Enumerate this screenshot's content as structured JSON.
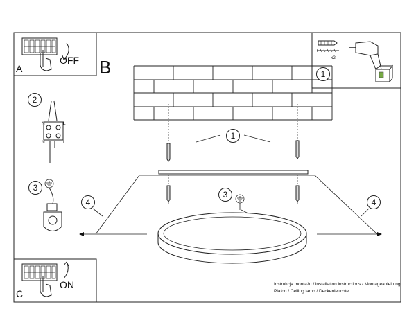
{
  "panels": {
    "a": {
      "letter": "A",
      "state": "OFF"
    },
    "b": {
      "letter": "B"
    },
    "c": {
      "letter": "C",
      "state": "ON"
    }
  },
  "steps": {
    "drill_step": "1",
    "anchor_step": "1",
    "wiring_step": "2",
    "earth_step_left": "3",
    "earth_step_center": "3",
    "mount_step_left": "4",
    "mount_step_right": "4",
    "quantity": "x2"
  },
  "terminal_labels": {
    "n": "N",
    "l": "L"
  },
  "caption": {
    "line1": "Instrukcja montażu / installation instructions / Montageanleitung",
    "line2": "Plafon / Ceiling lamp / Deckenleuchte"
  }
}
